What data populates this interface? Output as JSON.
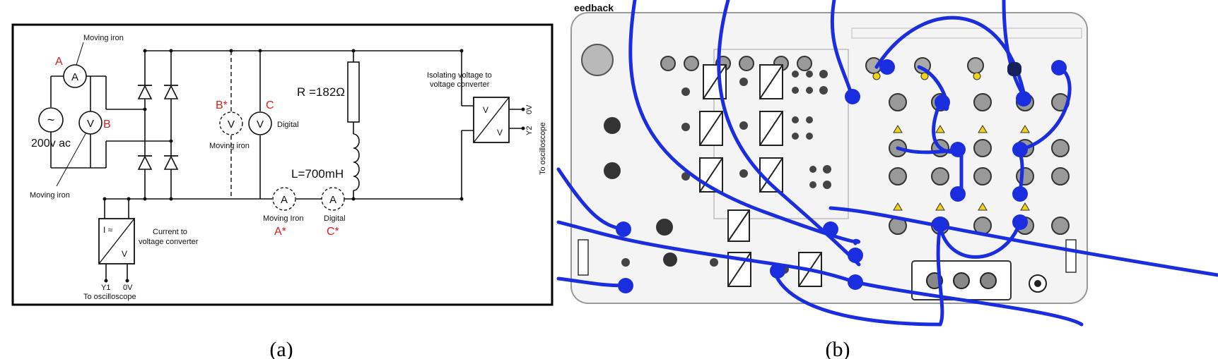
{
  "panel_a": {
    "caption": "(a)",
    "labels": {
      "moving_iron_top": "Moving iron",
      "A": "A",
      "B": "B",
      "source": "200v ac",
      "moving_iron_left": "Moving iron",
      "B_star": "B*",
      "C": "C",
      "digital_v": "Digital",
      "moving_iron_mid": "Moving iron",
      "resistor": "R =182Ω",
      "inductor": "L=700mH",
      "moving_iron_ammeter": "Moving Iron",
      "A_star": "A*",
      "digital_ammeter": "Digital",
      "C_star": "C*",
      "isolating_line1": "Isolating voltage to",
      "isolating_line2": "voltage converter",
      "out_0v": "0V",
      "out_y2": "Y2",
      "to_osc_vertical": "To oscilloscope",
      "current_line1": "Current to",
      "current_line2": "voltage converter",
      "y1": "Y1",
      "zero_v": "0V",
      "to_osc_bottom": "To oscilloscope"
    },
    "meter_letters": {
      "ammeter": "A",
      "voltmeter": "V"
    },
    "converter_symbols": {
      "top": "I ≈",
      "bottom": "V",
      "iso_top": "V",
      "iso_bottom": "V"
    }
  },
  "panel_b": {
    "caption": "(b)",
    "brand": "eedback",
    "colors": {
      "lead": "#1a2ee0",
      "diode": "#f0d21a",
      "panel_bg": "#f4f4f4"
    }
  }
}
